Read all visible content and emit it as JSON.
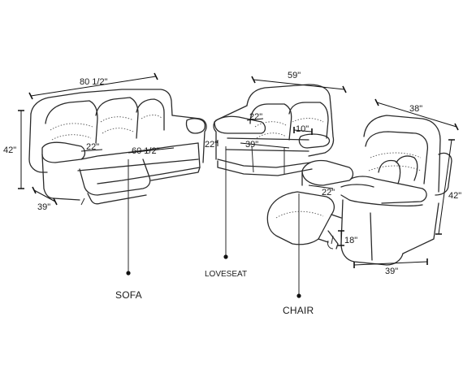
{
  "sofa": {
    "name": "SOFA",
    "width": "80 1/2\"",
    "height": "42\"",
    "depth": "39\"",
    "arm_gap": "22\"",
    "seat_width": "60 1/2\""
  },
  "loveseat": {
    "name": "LOVESEAT",
    "width": "59\"",
    "back_height": "22\"",
    "seat_width": "39\"",
    "arm_height": "22\"",
    "seat_depth": "10\""
  },
  "chair": {
    "name": "CHAIR",
    "width": "38\"",
    "height": "42\"",
    "depth": "39\"",
    "seat_height": "22\"",
    "footrest": "18\""
  }
}
